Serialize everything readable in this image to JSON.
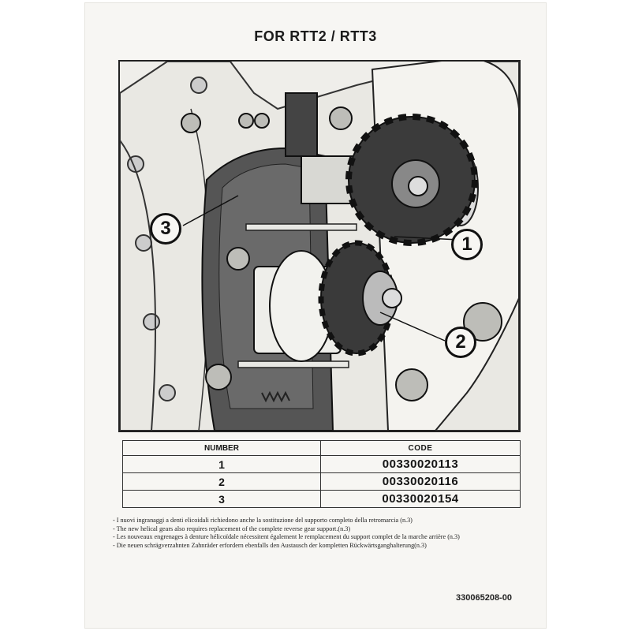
{
  "title": "FOR RTT2 / RTT3",
  "callouts": [
    "1",
    "2",
    "3"
  ],
  "table": {
    "headers": [
      "NUMBER",
      "CODE"
    ],
    "rows": [
      {
        "number": "1",
        "code": "00330020113"
      },
      {
        "number": "2",
        "code": "00330020116"
      },
      {
        "number": "3",
        "code": "00330020154"
      }
    ]
  },
  "notes": [
    "- I nuovi ingranaggi a denti elicoidali richiedono anche la sostituzione del supporto completo della retromarcia (n.3)",
    "- The new helical gears also requires replacement of the complete reverse gear support.(n.3)",
    "- Les nouveaux engrenages à denture hélicoïdale nécessitent également le remplacement du support complet de la marche arrière (n.3)",
    "- Die neuen schrägverzahnten Zahnräder erfordern ebenfalls den Austausch der kompletten Rückwärtsganghalterung(n.3)"
  ],
  "document_code": "330065208-00"
}
